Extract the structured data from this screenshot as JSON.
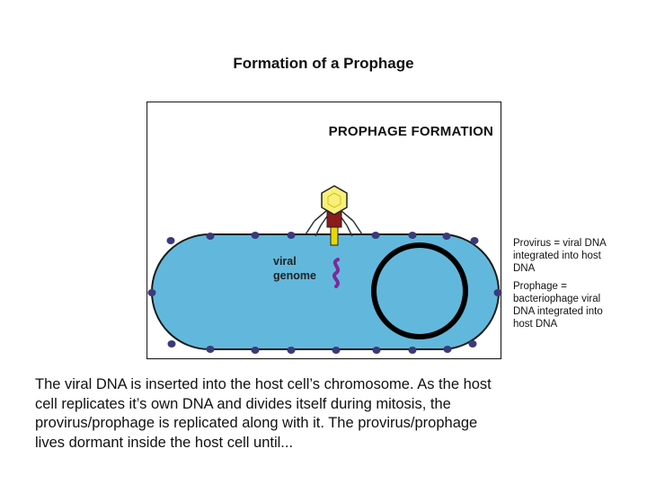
{
  "slide": {
    "title": "Formation of a Prophage"
  },
  "figure": {
    "title": "PROPHAGE FORMATION",
    "genome_label": "viral\ngenome",
    "colors": {
      "cell_fill": "#62b8dc",
      "cell_outline": "#1a1a1a",
      "surface_dots": "#3b3a7a",
      "phage_head": "#f8f07a",
      "phage_collar": "#8b1a1a",
      "phage_tail": "#e8d800",
      "viral_genome": "#7a2a9a",
      "chromosome": "#000000"
    }
  },
  "side_notes": [
    "Provirus = viral DNA\nintegrated into host\nDNA",
    "Prophage =\nbacteriophage viral\nDNA integrated into\nhost DNA"
  ],
  "body_text": "The viral DNA is inserted into the host cell’s chromosome.  As the host\ncell replicates it’s own DNA and divides itself during mitosis, the\nprovirus/prophage is replicated along with it.  The provirus/prophage\nlives dormant inside the host cell until..."
}
